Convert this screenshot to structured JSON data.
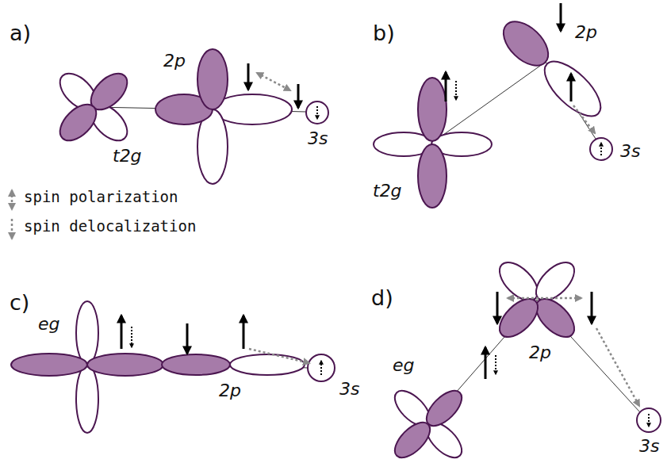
{
  "diagram": {
    "labels": [
      "a)",
      "t2g",
      "2p",
      "3s",
      "b)",
      "2p",
      "t2g",
      "3s",
      "c)",
      "eg",
      "2p",
      "3s",
      "d)",
      "eg",
      "2p",
      "3s"
    ],
    "legend": [
      {
        "text": "spin polarization"
      },
      {
        "text": "spin delocalization"
      }
    ]
  }
}
